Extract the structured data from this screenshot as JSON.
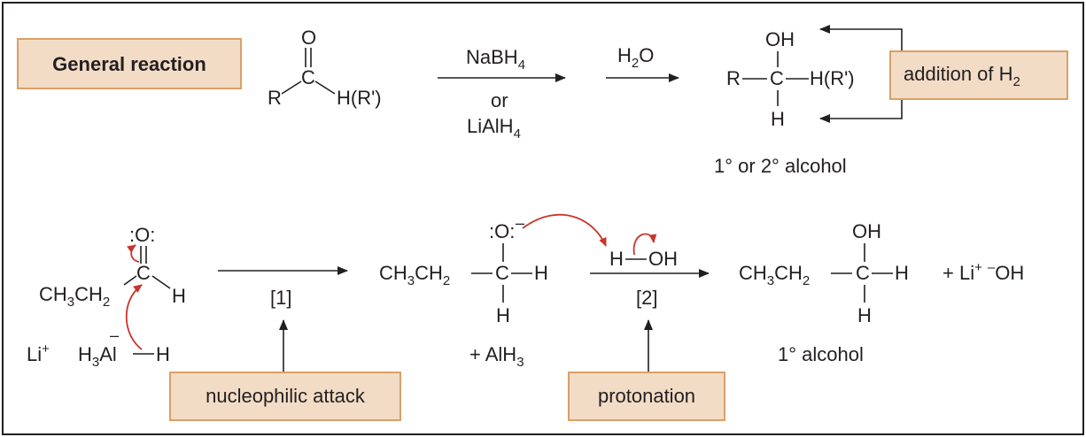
{
  "colors": {
    "frame": "#231f20",
    "box_fill": "#f2dcc6",
    "box_border": "#d9a066",
    "curved_arrow": "#c8342b",
    "text": "#231f20"
  },
  "general": {
    "label": "General reaction",
    "reactant": {
      "o": "O",
      "c": "C",
      "r": "R",
      "h": "H(R')"
    },
    "reagent_top": "NaBH",
    "reagent_top_sub": "4",
    "reagent_or": "or",
    "reagent_bottom": "LiAlH",
    "reagent_bottom_sub": "4",
    "water": "H",
    "water_sub": "2",
    "water_o": "O",
    "product": {
      "oh": "OH",
      "r": "R",
      "c": "C",
      "hr": "H(R')",
      "h": "H"
    },
    "addition_box": "addition of H",
    "addition_sub": "2",
    "product_caption": "1° or 2° alcohol"
  },
  "mechanism": {
    "aldehyde": {
      "o": ":O:",
      "c": "C",
      "h": "H",
      "chain": "CH",
      "chain_sub1": "3",
      "chain_mid": "CH",
      "chain_sub2": "2"
    },
    "hydride": {
      "li": "Li",
      "li_sup": "+",
      "h3": "H",
      "h3_sub": "3",
      "al": "Al",
      "al_charge": "–",
      "h": "H"
    },
    "step1": "[1]",
    "alkoxide": {
      "o": ":O:",
      "charge": "–",
      "chain": "CH",
      "chain_sub1": "3",
      "chain_mid": "CH",
      "chain_sub2": "2",
      "c": "C",
      "h_right": "H",
      "h_bottom": "H"
    },
    "byproduct": "+  AlH",
    "byproduct_sub": "3",
    "water": {
      "h": "H",
      "oh": "OH"
    },
    "step2": "[2]",
    "product": {
      "oh": "OH",
      "chain": "CH",
      "chain_sub1": "3",
      "chain_mid": "CH",
      "chain_sub2": "2",
      "c": "C",
      "h_right": "H",
      "h_bottom": "H"
    },
    "salt": "+  Li",
    "salt_sup": "+",
    "salt_anion": "–",
    "salt_oh": "OH",
    "product_caption": "1° alcohol",
    "nucleophilic_box": "nucleophilic attack",
    "protonation_box": "protonation"
  }
}
